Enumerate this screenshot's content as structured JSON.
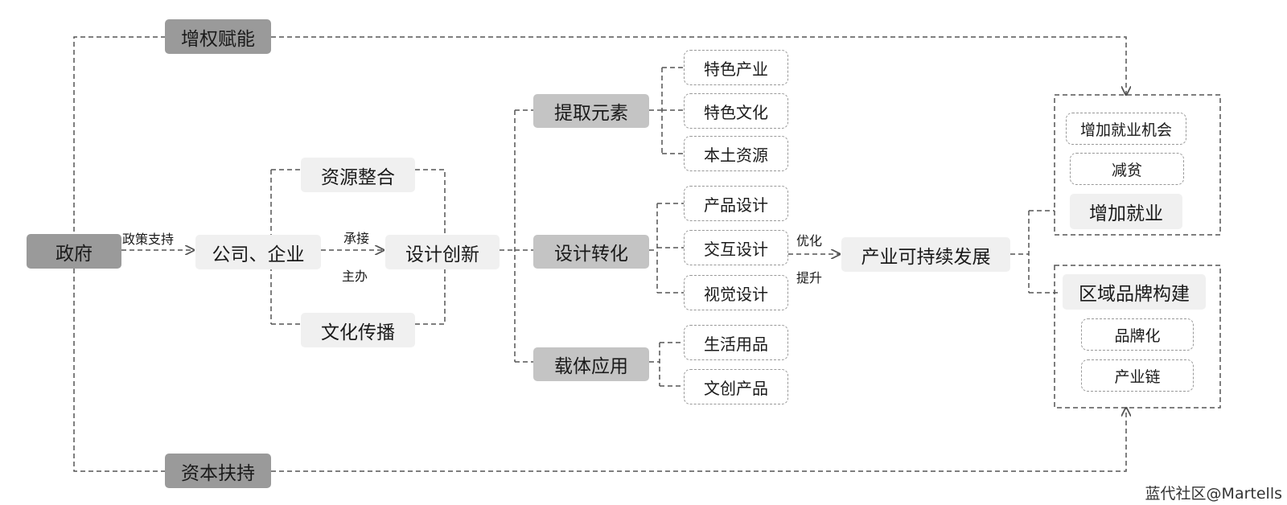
{
  "root": "政府",
  "top_support": "增权赋能",
  "bottom_support": "资本扶持",
  "policy_label": "政策支持",
  "company": "公司、企业",
  "undertake_label": "承接",
  "lead_label": "主办",
  "design_innovation": "设计创新",
  "resource_integration": "资源整合",
  "culture_spread": "文化传播",
  "extract": {
    "title": "提取元素",
    "items": [
      "特色产业",
      "特色文化",
      "本土资源"
    ]
  },
  "transform": {
    "title": "设计转化",
    "items": [
      "产品设计",
      "交互设计",
      "视觉设计"
    ]
  },
  "carrier": {
    "title": "载体应用",
    "items": [
      "生活用品",
      "文创产品"
    ]
  },
  "optimize_label": "优化",
  "improve_label": "提升",
  "sustainable": "产业可持续发展",
  "employment": {
    "items": [
      "增加就业机会",
      "减贫"
    ],
    "title": "增加就业"
  },
  "brand": {
    "title": "区域品牌构建",
    "items": [
      "品牌化",
      "产业链"
    ]
  },
  "watermark": "蓝代社区@Martells"
}
